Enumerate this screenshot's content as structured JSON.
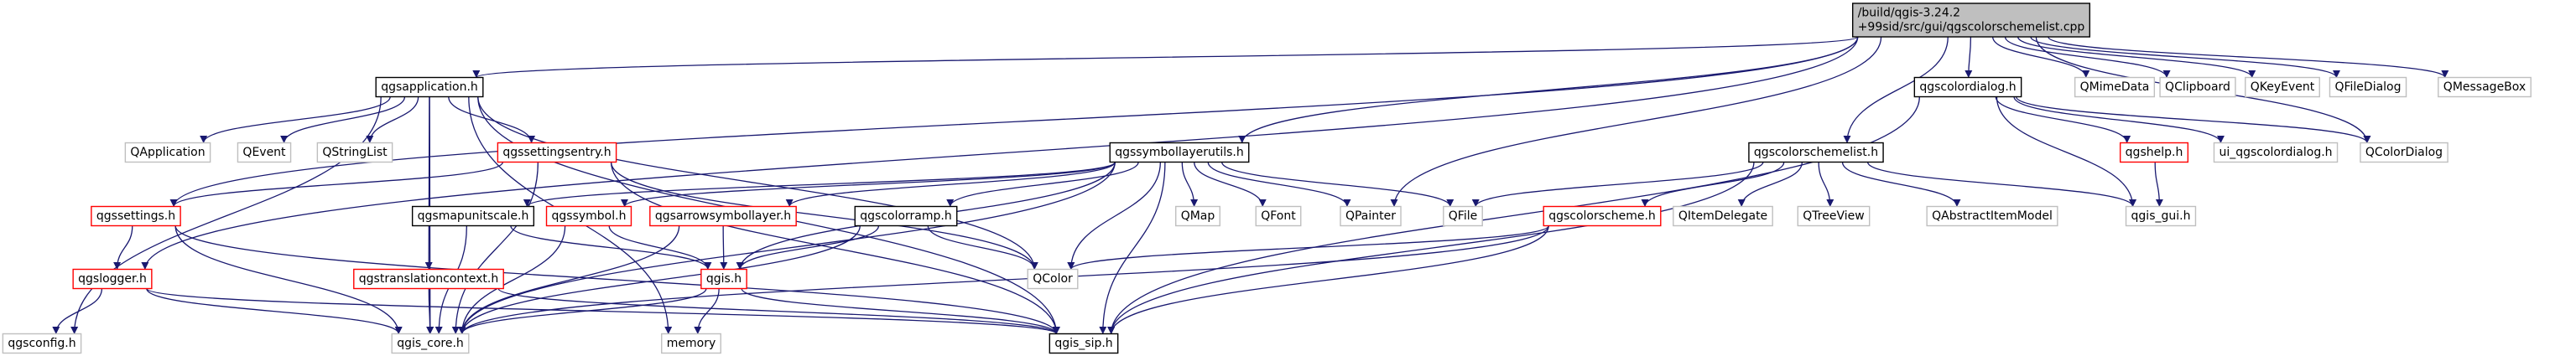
{
  "graph": {
    "title": "",
    "root": "root",
    "nodes": [
      {
        "id": "root",
        "label": [
          "/build/qgis-3.24.2",
          "+99sid/src/gui/qgscolorschemelist.cpp"
        ],
        "style": "root"
      },
      {
        "id": "qgsapplication",
        "label": [
          "qgsapplication.h"
        ],
        "style": "local"
      },
      {
        "id": "qgscolordialog",
        "label": [
          "qgscolordialog.h"
        ],
        "style": "local"
      },
      {
        "id": "qmimedata",
        "label": [
          "QMimeData"
        ],
        "style": "external"
      },
      {
        "id": "qclipboard",
        "label": [
          "QClipboard"
        ],
        "style": "external"
      },
      {
        "id": "qkeyevent",
        "label": [
          "QKeyEvent"
        ],
        "style": "external"
      },
      {
        "id": "qfiledialog",
        "label": [
          "QFileDialog"
        ],
        "style": "external"
      },
      {
        "id": "qmessagebox",
        "label": [
          "QMessageBox"
        ],
        "style": "external"
      },
      {
        "id": "qapplication",
        "label": [
          "QApplication"
        ],
        "style": "external"
      },
      {
        "id": "qevent",
        "label": [
          "QEvent"
        ],
        "style": "external"
      },
      {
        "id": "qstringlist",
        "label": [
          "QStringList"
        ],
        "style": "external"
      },
      {
        "id": "qgssettingsentry",
        "label": [
          "qgssettingsentry.h"
        ],
        "style": "truncated"
      },
      {
        "id": "qgssymbollayerutils",
        "label": [
          "qgssymbollayerutils.h"
        ],
        "style": "local"
      },
      {
        "id": "qgscolorschemelist",
        "label": [
          "qgscolorschemelist.h"
        ],
        "style": "local"
      },
      {
        "id": "qgshelp",
        "label": [
          "qgshelp.h"
        ],
        "style": "truncated"
      },
      {
        "id": "ui_qgscolordialog",
        "label": [
          "ui_qgscolordialog.h"
        ],
        "style": "external"
      },
      {
        "id": "qcolordialog",
        "label": [
          "QColorDialog"
        ],
        "style": "external"
      },
      {
        "id": "qgssettings",
        "label": [
          "qgssettings.h"
        ],
        "style": "truncated"
      },
      {
        "id": "qgsmapunitscale",
        "label": [
          "qgsmapunitscale.h"
        ],
        "style": "local"
      },
      {
        "id": "qgssymbol",
        "label": [
          "qgssymbol.h"
        ],
        "style": "truncated"
      },
      {
        "id": "qgsarrowsymbollayer",
        "label": [
          "qgsarrowsymbollayer.h"
        ],
        "style": "truncated"
      },
      {
        "id": "qgscolorramp",
        "label": [
          "qgscolorramp.h"
        ],
        "style": "local"
      },
      {
        "id": "qmap",
        "label": [
          "QMap"
        ],
        "style": "external"
      },
      {
        "id": "qfont",
        "label": [
          "QFont"
        ],
        "style": "external"
      },
      {
        "id": "qpainter",
        "label": [
          "QPainter"
        ],
        "style": "external"
      },
      {
        "id": "qfile",
        "label": [
          "QFile"
        ],
        "style": "external"
      },
      {
        "id": "qgscolorscheme",
        "label": [
          "qgscolorscheme.h"
        ],
        "style": "truncated"
      },
      {
        "id": "qitemdelegate",
        "label": [
          "QItemDelegate"
        ],
        "style": "external"
      },
      {
        "id": "qtreeview",
        "label": [
          "QTreeView"
        ],
        "style": "external"
      },
      {
        "id": "qabstractitemmodel",
        "label": [
          "QAbstractItemModel"
        ],
        "style": "external"
      },
      {
        "id": "qgis_gui",
        "label": [
          "qgis_gui.h"
        ],
        "style": "external"
      },
      {
        "id": "qgstranslationcontext",
        "label": [
          "qgstranslationcontext.h"
        ],
        "style": "truncated"
      },
      {
        "id": "qgis",
        "label": [
          "qgis.h"
        ],
        "style": "truncated"
      },
      {
        "id": "qcolor",
        "label": [
          "QColor"
        ],
        "style": "external"
      },
      {
        "id": "qgslogger",
        "label": [
          "qgslogger.h"
        ],
        "style": "truncated"
      },
      {
        "id": "qgsconfig",
        "label": [
          "qgsconfig.h"
        ],
        "style": "external"
      },
      {
        "id": "qgis_core",
        "label": [
          "qgis_core.h"
        ],
        "style": "external"
      },
      {
        "id": "memory",
        "label": [
          "memory"
        ],
        "style": "external"
      },
      {
        "id": "qgis_sip",
        "label": [
          "qgis_sip.h"
        ],
        "style": "local"
      }
    ],
    "edges": [
      [
        "root",
        "qgsapplication"
      ],
      [
        "root",
        "qgscolordialog"
      ],
      [
        "root",
        "qmimedata"
      ],
      [
        "root",
        "qclipboard"
      ],
      [
        "root",
        "qkeyevent"
      ],
      [
        "root",
        "qfiledialog"
      ],
      [
        "root",
        "qmessagebox"
      ],
      [
        "root",
        "qgssymbollayerutils"
      ],
      [
        "root",
        "qgscolorschemelist"
      ],
      [
        "root",
        "qgssettings"
      ],
      [
        "root",
        "qgslogger"
      ],
      [
        "root",
        "qpainter"
      ],
      [
        "root",
        "qcolordialog"
      ],
      [
        "qgsapplication",
        "qapplication"
      ],
      [
        "qgsapplication",
        "qevent"
      ],
      [
        "qgsapplication",
        "qstringlist"
      ],
      [
        "qgsapplication",
        "qgssettingsentry"
      ],
      [
        "qgsapplication",
        "qgstranslationcontext"
      ],
      [
        "qgsapplication",
        "qgis_core"
      ],
      [
        "qgsapplication",
        "qgis_sip"
      ],
      [
        "qgsapplication",
        "qcolor"
      ],
      [
        "qgsapplication",
        "qgsconfig"
      ],
      [
        "qgsapplication",
        "memory"
      ],
      [
        "qgssettingsentry",
        "qgssettings"
      ],
      [
        "qgssettingsentry",
        "qgis_core"
      ],
      [
        "qgssettingsentry",
        "qgis_sip"
      ],
      [
        "qgssettingsentry",
        "qcolor"
      ],
      [
        "qgssettings",
        "qgslogger"
      ],
      [
        "qgssettings",
        "qgis_core"
      ],
      [
        "qgssettings",
        "qgis_sip"
      ],
      [
        "qgslogger",
        "qgsconfig"
      ],
      [
        "qgslogger",
        "qgis_core"
      ],
      [
        "qgslogger",
        "qgis_sip"
      ],
      [
        "qgstranslationcontext",
        "qgis_core"
      ],
      [
        "qgstranslationcontext",
        "qgis_sip"
      ],
      [
        "qgscolordialog",
        "qgshelp"
      ],
      [
        "qgscolordialog",
        "ui_qgscolordialog"
      ],
      [
        "qgscolordialog",
        "qcolordialog"
      ],
      [
        "qgscolordialog",
        "qgis_gui"
      ],
      [
        "qgscolordialog",
        "qgis_sip"
      ],
      [
        "qgshelp",
        "qgis_gui"
      ],
      [
        "qgssymbollayerutils",
        "qgsmapunitscale"
      ],
      [
        "qgssymbollayerutils",
        "qgssymbol"
      ],
      [
        "qgssymbollayerutils",
        "qgsarrowsymbollayer"
      ],
      [
        "qgssymbollayerutils",
        "qgscolorramp"
      ],
      [
        "qgssymbollayerutils",
        "qmap"
      ],
      [
        "qgssymbollayerutils",
        "qfont"
      ],
      [
        "qgssymbollayerutils",
        "qpainter"
      ],
      [
        "qgssymbollayerutils",
        "qfile"
      ],
      [
        "qgssymbollayerutils",
        "qcolor"
      ],
      [
        "qgssymbollayerutils",
        "qgis"
      ],
      [
        "qgssymbollayerutils",
        "qgis_core"
      ],
      [
        "qgssymbollayerutils",
        "qgis_sip"
      ],
      [
        "qgsmapunitscale",
        "qgis"
      ],
      [
        "qgsmapunitscale",
        "qgis_core"
      ],
      [
        "qgssymbol",
        "qgis"
      ],
      [
        "qgssymbol",
        "qgis_core"
      ],
      [
        "qgsarrowsymbollayer",
        "qgis"
      ],
      [
        "qgsarrowsymbollayer",
        "qgis_core"
      ],
      [
        "qgscolorramp",
        "qgis"
      ],
      [
        "qgscolorramp",
        "qcolor"
      ],
      [
        "qgscolorramp",
        "qgis_core"
      ],
      [
        "qgis",
        "qgis_core"
      ],
      [
        "qgis",
        "memory"
      ],
      [
        "qgis",
        "qgis_sip"
      ],
      [
        "qgscolorschemelist",
        "qgscolorscheme"
      ],
      [
        "qgscolorschemelist",
        "qitemdelegate"
      ],
      [
        "qgscolorschemelist",
        "qtreeview"
      ],
      [
        "qgscolorschemelist",
        "qabstractitemmodel"
      ],
      [
        "qgscolorschemelist",
        "qfile"
      ],
      [
        "qgscolorschemelist",
        "qgis_gui"
      ],
      [
        "qgscolorschemelist",
        "qgis_sip"
      ],
      [
        "qgscolorscheme",
        "qcolor"
      ],
      [
        "qgscolorscheme",
        "qgis_core"
      ],
      [
        "qgscolorscheme",
        "qgis_sip"
      ]
    ]
  },
  "colors": {
    "root_fill": "#bfbfbf",
    "node_fill": "#ffffff",
    "local_stroke": "#000000",
    "truncated_stroke": "#ff0000",
    "external_stroke": "#bfbfbf",
    "edge": "#191970",
    "text": "#000000"
  }
}
